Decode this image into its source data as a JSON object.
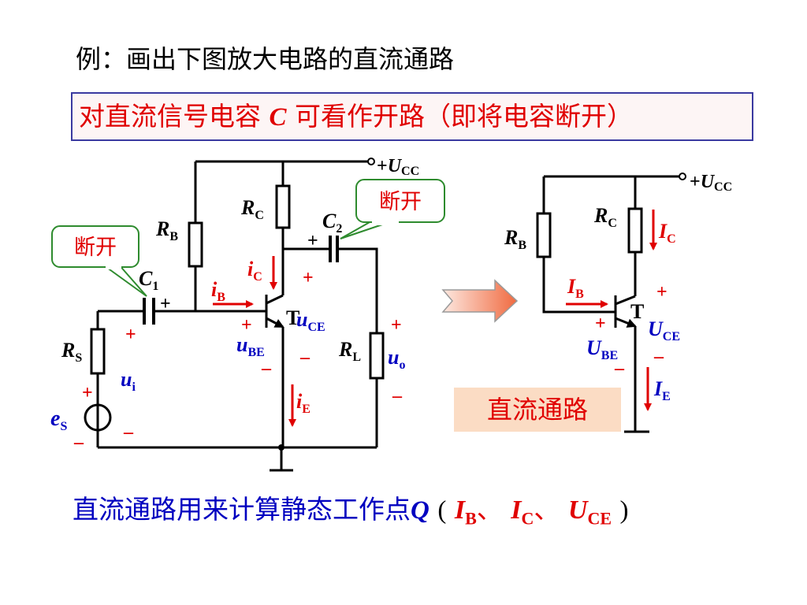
{
  "title": "例：画出下图放大电路的直流通路",
  "note": {
    "prefix": "对直流信号电容 ",
    "var": "C",
    "suffix": " 可看作开路（即将电容断开）"
  },
  "callouts": {
    "left": "断开",
    "right": "断开"
  },
  "dc_label": "直流通路",
  "bottom": {
    "text": "直流通路用来计算静态工作点",
    "q": "Q",
    "open_paren": "(",
    "p1": "I",
    "p1_sub": "B",
    "sep": "、",
    "p2": "I",
    "p2_sub": "C",
    "p3": "U",
    "p3_sub": "CE",
    "close_paren": ")"
  },
  "left_circuit": {
    "ucc_prefix": "+",
    "ucc": "U",
    "ucc_sub": "CC",
    "rb": "R",
    "rb_sub": "B",
    "rc": "R",
    "rc_sub": "C",
    "rs": "R",
    "rs_sub": "S",
    "rl": "R",
    "rl_sub": "L",
    "c1": "C",
    "c1_sub": "1",
    "c2": "C",
    "c2_sub": "2",
    "ib": "i",
    "ib_sub": "B",
    "ic": "i",
    "ic_sub": "C",
    "ie": "i",
    "ie_sub": "E",
    "ube": "u",
    "ube_sub": "BE",
    "uce": "u",
    "uce_sub": "CE",
    "ui": "u",
    "ui_sub": "i",
    "uo": "u",
    "uo_sub": "o",
    "es": "e",
    "es_sub": "S",
    "transistor": "T",
    "plus": "+",
    "minus": "–"
  },
  "right_circuit": {
    "ucc_prefix": "+",
    "ucc": "U",
    "ucc_sub": "CC",
    "rb": "R",
    "rb_sub": "B",
    "rc": "R",
    "rc_sub": "C",
    "ib": "I",
    "ib_sub": "B",
    "ic": "I",
    "ic_sub": "C",
    "ie": "I",
    "ie_sub": "E",
    "ube": "U",
    "ube_sub": "BE",
    "uce": "U",
    "uce_sub": "CE",
    "transistor": "T",
    "plus": "+",
    "minus": "–"
  }
}
